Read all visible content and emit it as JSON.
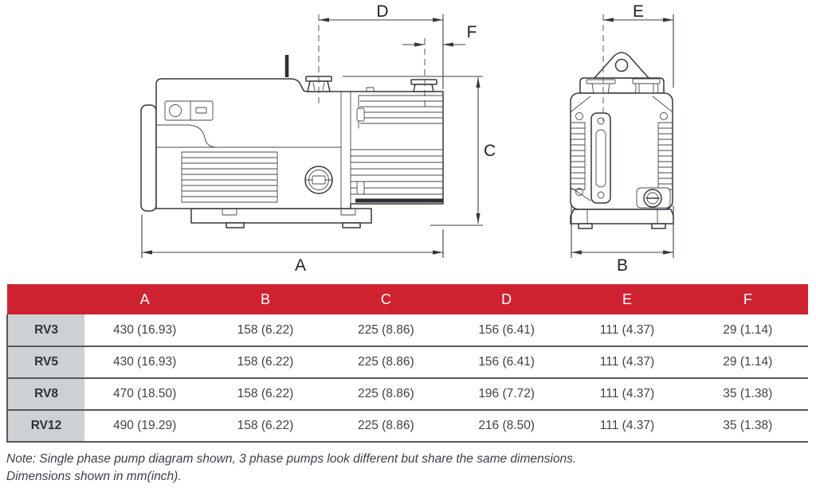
{
  "diagram": {
    "dim_labels": {
      "A": "A",
      "B": "B",
      "C": "C",
      "D": "D",
      "E": "E",
      "F": "F"
    }
  },
  "table": {
    "header": [
      "A",
      "B",
      "C",
      "D",
      "E",
      "F"
    ],
    "rows": [
      {
        "model": "RV3",
        "values": [
          "430 (16.93)",
          "158 (6.22)",
          "225 (8.86)",
          "156 (6.41)",
          "111 (4.37)",
          "29 (1.14)"
        ]
      },
      {
        "model": "RV5",
        "values": [
          "430 (16.93)",
          "158 (6.22)",
          "225 (8.86)",
          "156 (6.41)",
          "111 (4.37)",
          "29 (1.14)"
        ]
      },
      {
        "model": "RV8",
        "values": [
          "470 (18.50)",
          "158 (6.22)",
          "225 (8.86)",
          "196 (7.72)",
          "111 (4.37)",
          "35 (1.38)"
        ]
      },
      {
        "model": "RV12",
        "values": [
          "490 (19.29)",
          "158 (6.22)",
          "225 (8.86)",
          "216 (8.50)",
          "111 (4.37)",
          "35 (1.38)"
        ]
      }
    ]
  },
  "note": {
    "line1": "Note: Single phase pump diagram shown, 3 phase pumps look different but share the same dimensions.",
    "line2": "Dimensions shown in mm(inch)."
  },
  "colors": {
    "header_red": "#ce2231",
    "row_label_gray": "#cdd1d4",
    "separator": "#55595d",
    "line_art": "#34383d"
  }
}
